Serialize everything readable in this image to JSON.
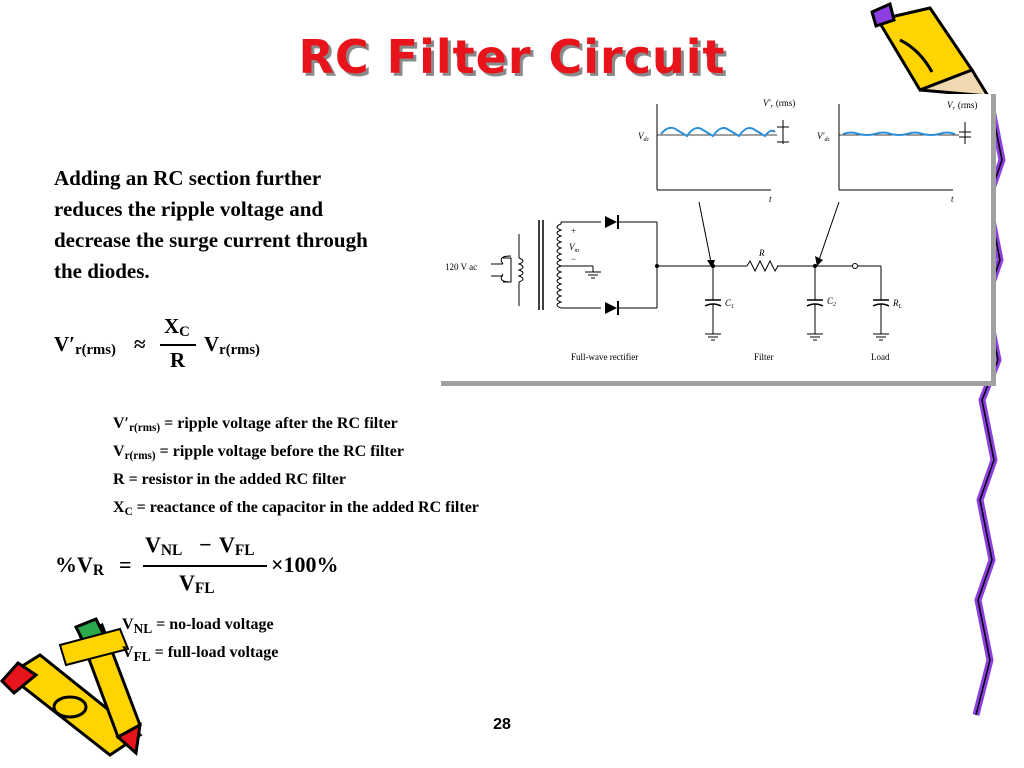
{
  "slide": {
    "title": "RC Filter Circuit",
    "paragraph": "Adding an RC section further reduces the ripple voltage and decrease the surge current through the diodes.",
    "page_number": "28"
  },
  "formula_ripple": {
    "lhs_base": "V′",
    "lhs_sub": "r(rms)",
    "approx": "≈",
    "numerator_base": "X",
    "numerator_sub": "C",
    "denominator": "R",
    "rhs_base": "V",
    "rhs_sub": "r(rms)"
  },
  "definitions": [
    {
      "base": "V′",
      "sub": "r(rms)",
      "text": " = ripple voltage after the RC filter"
    },
    {
      "base": "V",
      "sub": "r(rms)",
      "text": " = ripple voltage before the RC filter"
    },
    {
      "base": "R",
      "sub": "",
      "text": " = resistor in the added RC filter"
    },
    {
      "base": "X",
      "sub": "C",
      "text": " = reactance of the capacitor in the added RC filter"
    }
  ],
  "formula_regulation": {
    "lhs_base": "%V",
    "lhs_sub": "R",
    "equals": "=",
    "num_a_base": "V",
    "num_a_sub": "NL",
    "minus": "−",
    "num_b_base": "V",
    "num_b_sub": "FL",
    "den_base": "V",
    "den_sub": "FL",
    "times": "×100%"
  },
  "definitions2": [
    {
      "base": "V",
      "sub": "NL",
      "text": " = no-load voltage"
    },
    {
      "base": "V",
      "sub": "FL",
      "text": " = full-load voltage"
    }
  ],
  "circuit": {
    "source_label": "120 V ac",
    "plus": "+",
    "minus": "−",
    "vm_label": "V",
    "vm_sub": "m",
    "resistor_label": "R",
    "c1_label": "C",
    "c1_sub": "1",
    "c2_label": "C",
    "c2_sub": "2",
    "rl_label": "R",
    "rl_sub": "L",
    "section_rectifier": "Full-wave rectifier",
    "section_filter": "Filter",
    "section_load": "Load",
    "graph1_vdc": "V",
    "graph1_vdc_sub": "dc",
    "graph1_ripple": "V′",
    "graph1_ripple_sub": "r",
    "graph1_rms": "(rms)",
    "graph2_vdc": "V′",
    "graph2_vdc_sub": "dc",
    "graph2_ripple": "V",
    "graph2_ripple_sub": "r",
    "graph2_rms": "(rms)",
    "time_axis": "t",
    "ripple_color": "#2e8fd8"
  },
  "colors": {
    "title": "#e8141b",
    "pencil_yellow": "#ffd400",
    "pencil_purple": "#8b3fe0",
    "pencil_red": "#e8141b"
  }
}
